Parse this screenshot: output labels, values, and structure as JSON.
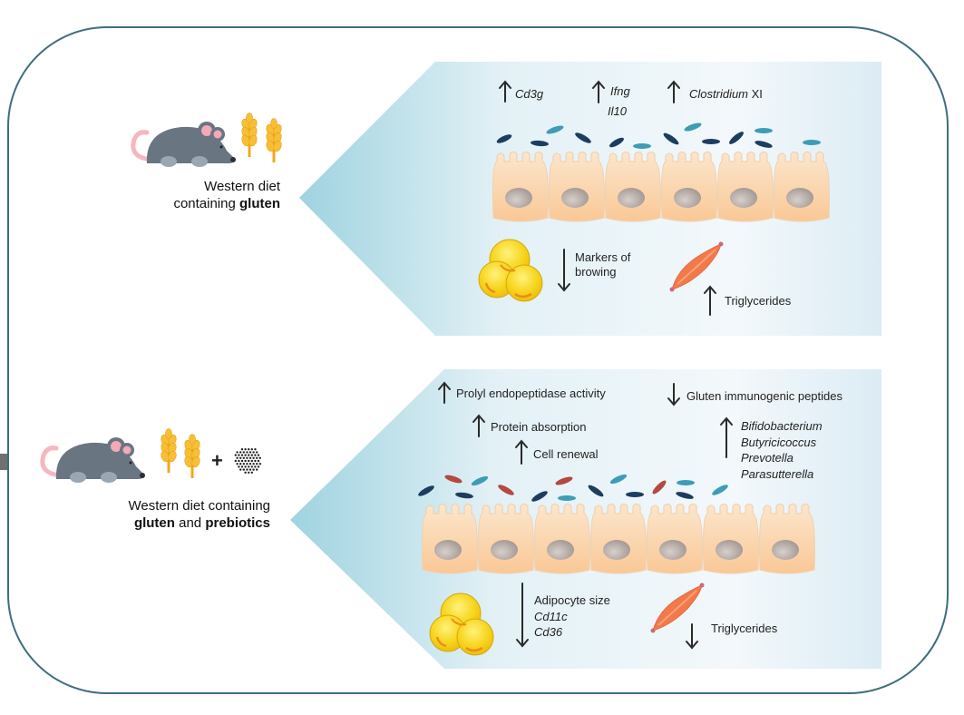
{
  "colors": {
    "frame": "#3e6e80",
    "panel_gradient_start": "#9fd3e0",
    "panel_gradient_end": "#eaf4f8",
    "bacteria_navy": "#1d3d5e",
    "bacteria_teal": "#3d9db6",
    "bacteria_red": "#b5483f",
    "cell_fill": "#fbd9b5",
    "adipocyte_yellow": "#f7d51c",
    "muscle_orange": "#f0774a"
  },
  "top_panel": {
    "condition": {
      "line1": "Western diet",
      "line2_prefix": "containing ",
      "line2_bold": "gluten"
    },
    "icons": [
      "mouse-icon",
      "wheat-icon",
      "wheat-icon"
    ],
    "labels": {
      "cd3g": {
        "direction": "up",
        "text": "Cd3g"
      },
      "ifng": {
        "direction": "up",
        "text": "Ifng",
        "text2": "Il10"
      },
      "clostridium": {
        "direction": "up",
        "text_italic": "Clostridium",
        "text_plain": " XI"
      },
      "browning": {
        "direction": "down",
        "line1": "Markers of",
        "line2": "browing"
      },
      "triglycerides": {
        "direction": "up",
        "text": "Triglycerides"
      }
    }
  },
  "bottom_panel": {
    "condition": {
      "line1": "Western diet containing",
      "line2_bold1": "gluten",
      "line2_mid": " and ",
      "line2_bold2": "prebiotics"
    },
    "icons": [
      "mouse-icon",
      "wheat-icon",
      "wheat-icon",
      "plus-icon",
      "prebiotic-dots-icon"
    ],
    "plus": "+",
    "labels": {
      "prolyl": {
        "direction": "up",
        "text": "Prolyl endopeptidase activity"
      },
      "protein": {
        "direction": "up",
        "text": "Protein absorption"
      },
      "cell_renewal": {
        "direction": "up",
        "text": "Cell renewal"
      },
      "gluten_peptides": {
        "direction": "down",
        "text": "Gluten immunogenic peptides"
      },
      "bacteria": {
        "direction": "up",
        "items": [
          "Bifidobacterium",
          "Butyricicoccus",
          "Prevotella",
          "Parasutterella"
        ]
      },
      "adipocyte": {
        "direction": "down",
        "line1": "Adipocyte size",
        "line2": "Cd11c",
        "line3": "Cd36"
      },
      "triglycerides": {
        "direction": "down",
        "text": "Triglycerides"
      }
    }
  }
}
